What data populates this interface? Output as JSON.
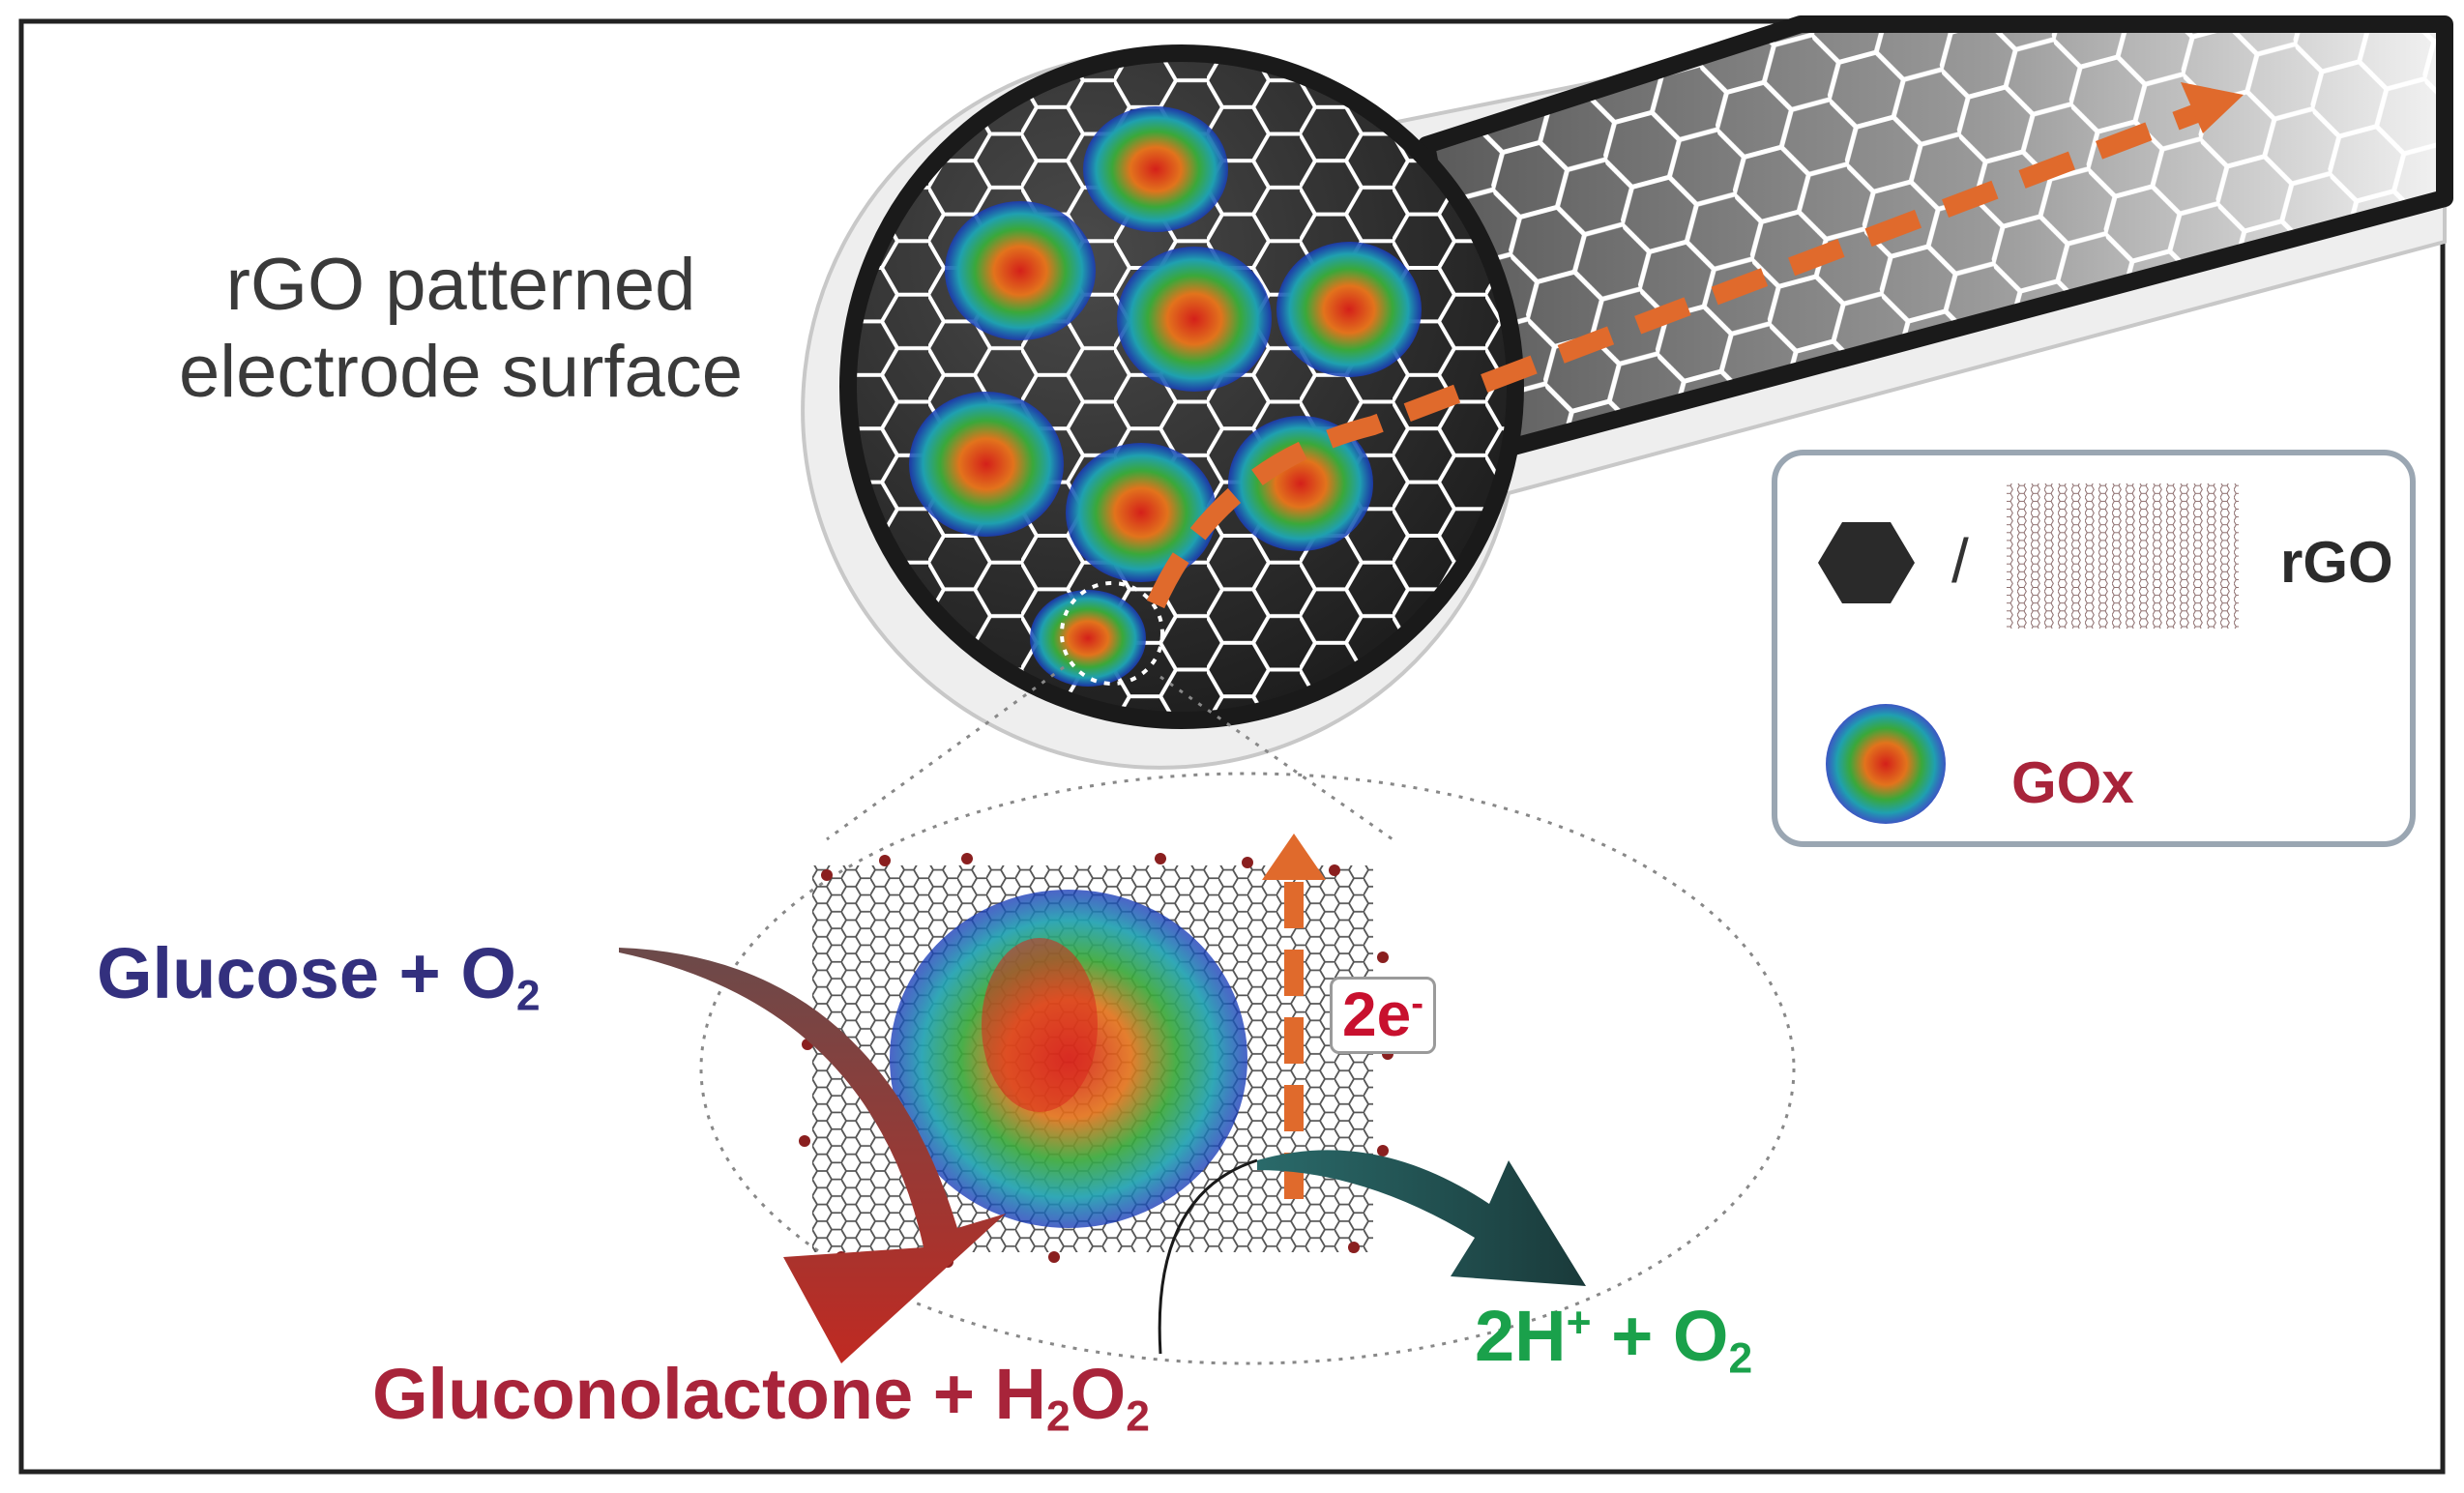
{
  "labels": {
    "surface_line1": "rGO patterned",
    "surface_line2": "electrode surface",
    "glucose": "Glucose + O",
    "glucose_sub": "2",
    "gluconolactone": "Gluconolactone + H",
    "gluconolactone_sub1": "2",
    "gluconolactone_o": "O",
    "gluconolactone_sub2": "2",
    "protons": "2H",
    "protons_sup": "+",
    "protons_rest": " + O",
    "protons_sub": "2",
    "electrons": "2e",
    "electrons_sup": "-"
  },
  "legend": {
    "slash": "/",
    "rgo_label": "rGO",
    "gox_label": "GOx"
  },
  "colors": {
    "frame": "#1f1f1f",
    "glucose_text": "#33307e",
    "product_text": "#a8243a",
    "proton_text": "#1aa14b",
    "electron_arrow": "#e06a2c",
    "reaction_arrow": "#b52a25",
    "oxidation_arrow": "#1f4a4a"
  }
}
